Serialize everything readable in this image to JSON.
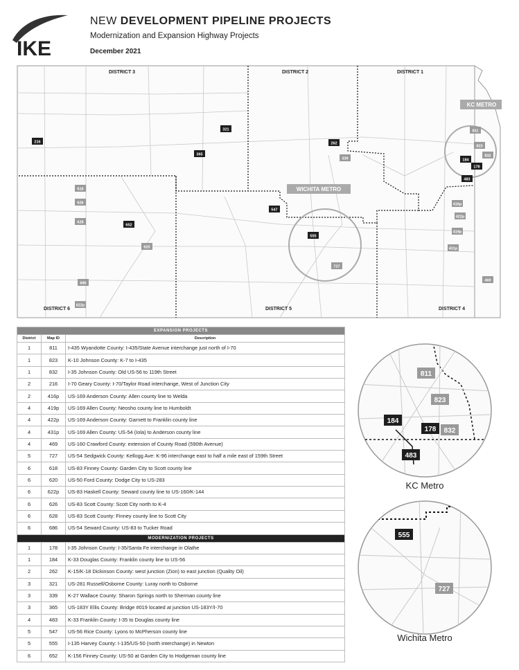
{
  "header": {
    "title_plain": "NEW ",
    "title_bold": "DEVELOPMENT PIPELINE PROJECTS",
    "subtitle": "Modernization and Expansion Highway Projects",
    "date": "December 2021",
    "logo_text": "IKE"
  },
  "map": {
    "districts": [
      "DISTRICT 3",
      "DISTRICT 2",
      "DISTRICT 1",
      "DISTRICT 6",
      "DISTRICT 5",
      "DISTRICT 4"
    ],
    "metro_labels": [
      "KC METRO",
      "WICHITA METRO"
    ],
    "project_markers": [
      {
        "id": "216",
        "style": "dark"
      },
      {
        "id": "321",
        "style": "dark"
      },
      {
        "id": "365",
        "style": "dark"
      },
      {
        "id": "262",
        "style": "dark"
      },
      {
        "id": "652",
        "style": "dark"
      },
      {
        "id": "547",
        "style": "dark"
      },
      {
        "id": "555",
        "style": "dark"
      },
      {
        "id": "184",
        "style": "dark"
      },
      {
        "id": "178",
        "style": "dark"
      },
      {
        "id": "483",
        "style": "dark"
      },
      {
        "id": "727",
        "style": "gray"
      },
      {
        "id": "811",
        "style": "gray"
      },
      {
        "id": "823",
        "style": "gray"
      },
      {
        "id": "832",
        "style": "gray"
      },
      {
        "id": "416p",
        "style": "gray"
      },
      {
        "id": "419p",
        "style": "gray"
      },
      {
        "id": "422p",
        "style": "gray"
      },
      {
        "id": "431p",
        "style": "gray"
      },
      {
        "id": "469",
        "style": "gray"
      },
      {
        "id": "618",
        "style": "gray"
      },
      {
        "id": "620",
        "style": "gray"
      },
      {
        "id": "622p",
        "style": "gray"
      },
      {
        "id": "626",
        "style": "gray"
      },
      {
        "id": "628",
        "style": "gray"
      },
      {
        "id": "686",
        "style": "gray"
      },
      {
        "id": "339",
        "style": "gray"
      }
    ]
  },
  "table": {
    "expansion_title": "EXPANSION PROJECTS",
    "modernization_title": "MODERNIZATION PROJECTS",
    "columns": [
      "District",
      "Map ID",
      "Description"
    ],
    "expansion_rows": [
      [
        "1",
        "811",
        "I-435 Wyandotte County: I-435/State Avenue interchange just north of I-70"
      ],
      [
        "1",
        "823",
        "K-10 Johnson County: K-7 to I-435"
      ],
      [
        "1",
        "832",
        "I-35 Johnson County: Old US-56 to 119th Street"
      ],
      [
        "2",
        "216",
        "I-70 Geary County: I-70/Taylor Road interchange, West of Junction City"
      ],
      [
        "2",
        "416p",
        "US-169 Anderson County: Allen county line to Welda"
      ],
      [
        "4",
        "419p",
        "US-169 Allen County: Neosho county line to Humboldt"
      ],
      [
        "4",
        "422p",
        "US-169 Anderson County: Garnett to Franklin county line"
      ],
      [
        "4",
        "431p",
        "US-169 Allen County: US-54 (Iola) to Anderson county line"
      ],
      [
        "4",
        "469",
        "US-160 Crawford County: extension of County Road (590th Avenue)"
      ],
      [
        "5",
        "727",
        "US-54 Sedgwick County: Kellogg Ave: K-96 interchange east to half a mile east of 159th Street"
      ],
      [
        "6",
        "618",
        "US-83 Finney County: Garden City to Scott county line"
      ],
      [
        "6",
        "620",
        "US-50 Ford County: Dodge City to US-283"
      ],
      [
        "6",
        "622p",
        "US-83 Haskell County: Seward county line to US-160/K-144"
      ],
      [
        "6",
        "626",
        "US-83 Scott County: Scott City north to K-4"
      ],
      [
        "6",
        "628",
        "US-83 Scott County: Finney county line to Scott City"
      ],
      [
        "6",
        "686",
        "US-54 Seward County: US-83 to Tucker Road"
      ]
    ],
    "modernization_rows": [
      [
        "1",
        "178",
        "I-35 Johnson County: I-35/Santa Fe interchange in Olathe"
      ],
      [
        "1",
        "184",
        "K-33 Douglas County: Franklin county line to US-56"
      ],
      [
        "2",
        "262",
        "K-15/K-18 Dickinson County: west junction (Zion) to east junction (Quality Oil)"
      ],
      [
        "3",
        "321",
        "US-281 Russell/Osborne County: Luray north to Osborne"
      ],
      [
        "3",
        "339",
        "K-27 Wallace County: Sharon Springs north to Sherman county line"
      ],
      [
        "3",
        "365",
        "US-183Y Ellis County: Bridge #019 located at junction US-183Y/I-70"
      ],
      [
        "4",
        "483",
        "K-33 Franklin County: I-35 to Douglas county line"
      ],
      [
        "5",
        "547",
        "US-56 Rice County: Lyons to McPherson county line"
      ],
      [
        "5",
        "555",
        "I-135 Harvey County: I-135/US-50 (north interchange) in Newton"
      ],
      [
        "6",
        "652",
        "K-156 Finney County: US-50 at Garden City to Hodgeman county line"
      ]
    ]
  },
  "insets": {
    "kc_label": "KC Metro",
    "wichita_label": "Wichita Metro",
    "kc_markers": [
      "811",
      "823",
      "184",
      "178",
      "832",
      "483"
    ],
    "wichita_markers": [
      "555",
      "727"
    ]
  },
  "colors": {
    "dark_marker": "#1e1e1e",
    "gray_marker": "#9a9a9a",
    "header_bar": "#888888",
    "dark_bar": "#222222"
  }
}
